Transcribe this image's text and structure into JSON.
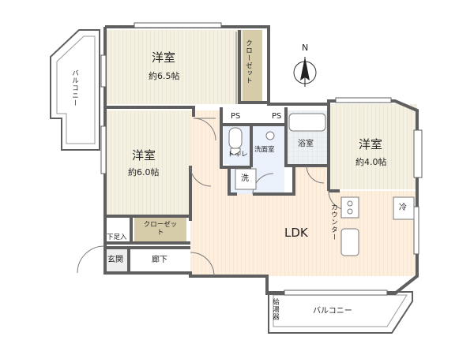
{
  "rooms": {
    "bedroom_nw": {
      "name": "洋室",
      "size": "約6.5帖"
    },
    "bedroom_w": {
      "name": "洋室",
      "size": "約6.0帖"
    },
    "bedroom_e": {
      "name": "洋室",
      "size": "約4.0帖"
    },
    "ldk": {
      "name": "LDK"
    }
  },
  "labels": {
    "closet_nw": "クローゼット",
    "closet_w": "クローゼット",
    "ps_left": "PS",
    "ps_right": "PS",
    "toilet": "トイレ",
    "washroom": "洗面室",
    "bathroom": "浴室",
    "washer": "洗",
    "counter": "カウンター",
    "fridge": "冷",
    "shoe_storage": "下足入",
    "entrance": "玄関",
    "hallway": "廊下",
    "water_heater": "給湯器",
    "balcony_west": "バルコニー",
    "balcony_south": "バルコニー"
  },
  "compass": {
    "north_label": "N"
  },
  "colors": {
    "wall": "#5f5f5f",
    "wood_floor": "#f4f1e3",
    "wood_line": "#e3dcc2",
    "ldk_floor": "#fdeede",
    "ldk_line": "#f2dcc7",
    "closet": "#d6ccaa",
    "wet_area": "#eaf1fa"
  }
}
